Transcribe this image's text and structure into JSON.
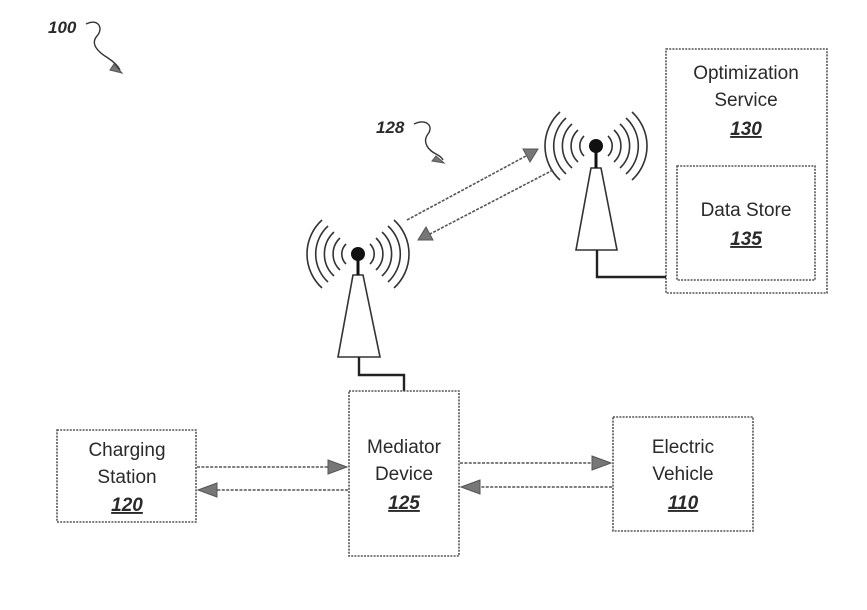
{
  "figure": {
    "ref_main": "100",
    "ref_link": "128"
  },
  "boxes": {
    "optimization_service": {
      "line1": "Optimization",
      "line2": "Service",
      "num": "130"
    },
    "data_store": {
      "line1": "Data Store",
      "num": "135"
    },
    "charging_station": {
      "line1": "Charging",
      "line2": "Station",
      "num": "120"
    },
    "mediator_device": {
      "line1": "Mediator",
      "line2": "Device",
      "num": "125"
    },
    "electric_vehicle": {
      "line1": "Electric",
      "line2": "Vehicle",
      "num": "110"
    }
  },
  "icons": {
    "tower_left": "radio-tower-icon",
    "tower_right": "radio-tower-icon"
  }
}
